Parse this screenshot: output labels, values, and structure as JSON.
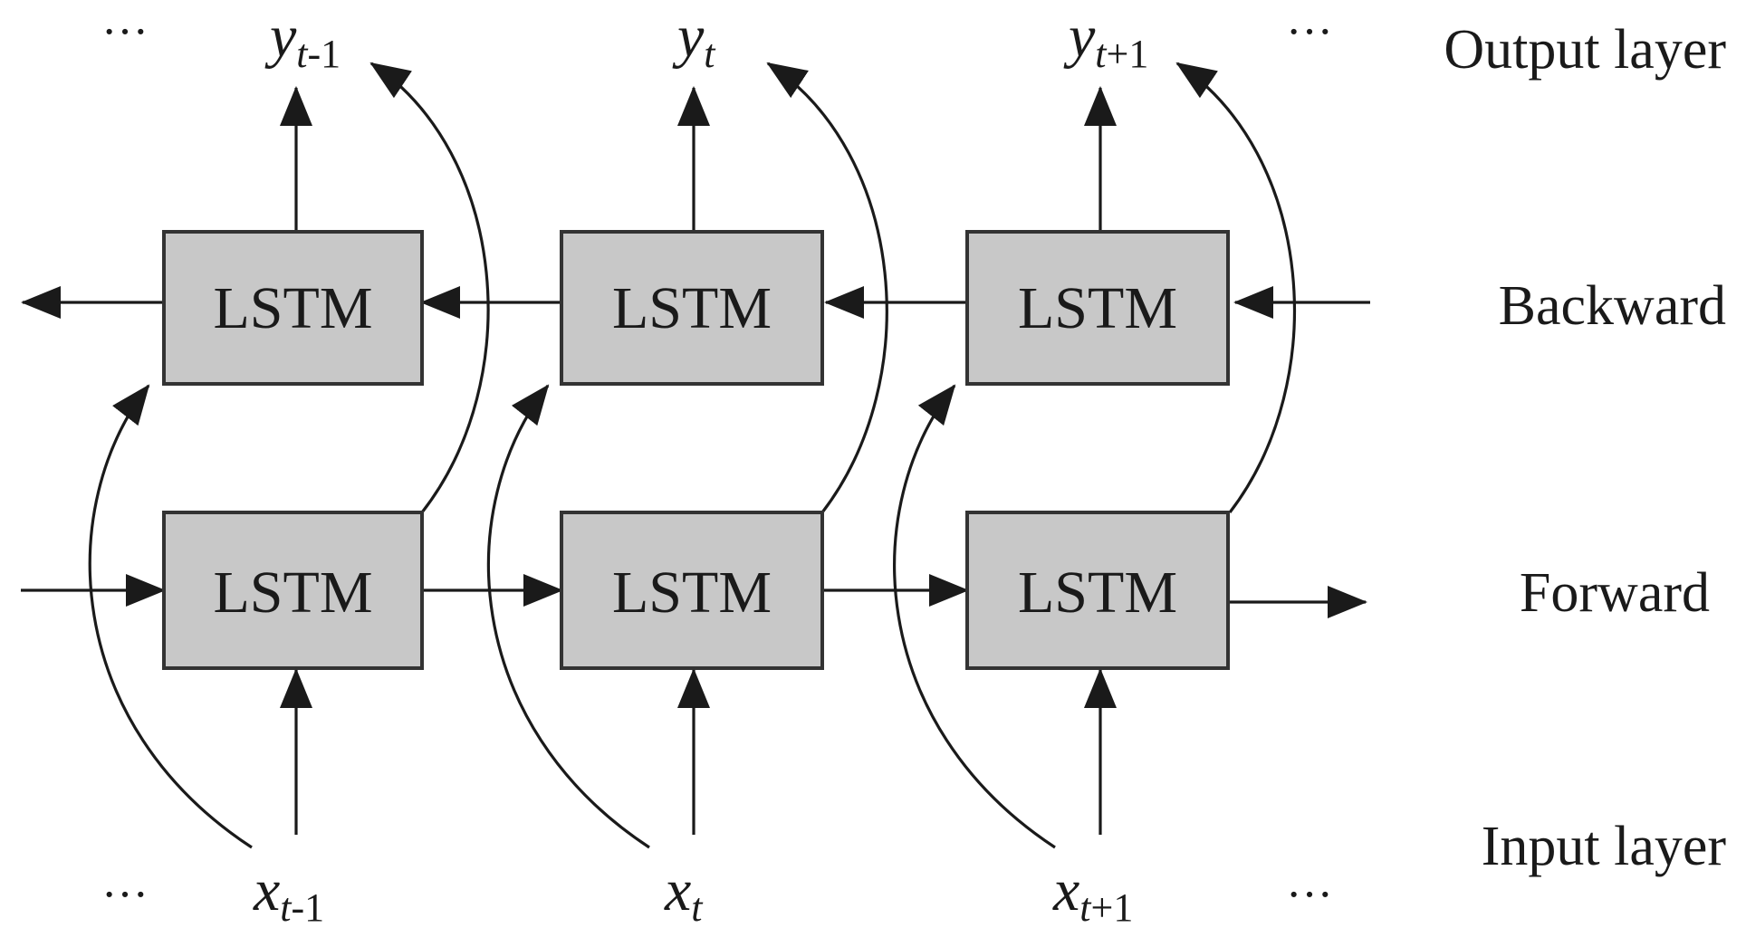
{
  "cell_label": "LSTM",
  "layers": {
    "output": "Output layer",
    "backward": "Backward",
    "forward": "Forward",
    "input": "Input layer"
  },
  "ellipsis": "···",
  "outputs": [
    {
      "base": "y",
      "sub_italic": "t",
      "sub_rest": "-1"
    },
    {
      "base": "y",
      "sub_italic": "t",
      "sub_rest": ""
    },
    {
      "base": "y",
      "sub_italic": "t",
      "sub_rest": "+1"
    }
  ],
  "inputs": [
    {
      "base": "x",
      "sub_italic": "t",
      "sub_rest": "-1"
    },
    {
      "base": "x",
      "sub_italic": "t",
      "sub_rest": ""
    },
    {
      "base": "x",
      "sub_italic": "t",
      "sub_rest": "+1"
    }
  ]
}
